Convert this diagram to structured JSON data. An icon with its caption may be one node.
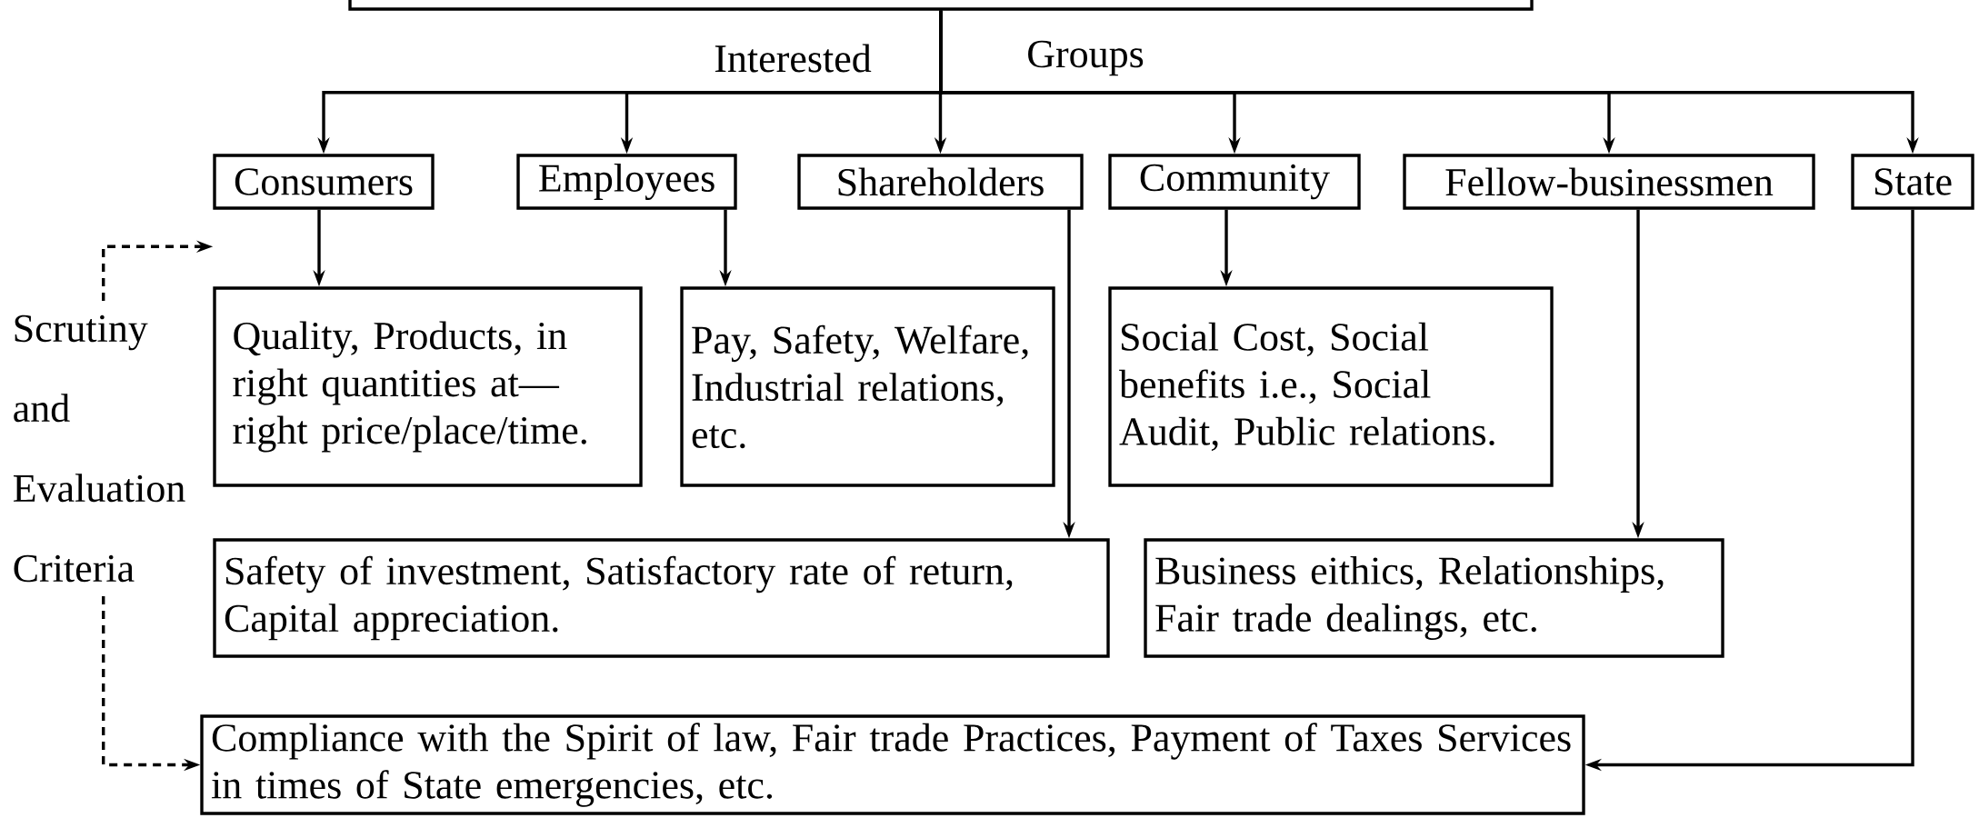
{
  "diagram": {
    "nodes": [
      {
        "text": [],
        "shape": "box"
      },
      {
        "text": [
          "Consumers"
        ]
      },
      {
        "text": [
          "Employees"
        ]
      },
      {
        "text": [
          "Shareholders"
        ]
      },
      {
        "text": [
          "Community"
        ]
      },
      {
        "text": [
          "Fellow-businessmen"
        ]
      },
      {
        "text": [
          "State"
        ]
      },
      {
        "text": [
          "Quality, Products, in right quantities at— right price/place/time."
        ]
      },
      {
        "text": [
          "Pay, Safety, Welfare, Industrial relations, etc."
        ]
      },
      {
        "text": [
          "Social Cost, Social benefits i.e., Social Audit, Public relations."
        ]
      },
      {
        "text": [
          "Safety of investment, Satisfactory rate of return, Capital appreciation."
        ]
      },
      {
        "text": [
          "Business eithics, Relationships, Fair trade dealings, etc."
        ]
      },
      {
        "text": [
          "Compliance with the Spirit of law, Fair trade Practices, Payment of Taxes Services in times of State emergencies, etc."
        ]
      },
      {
        "text": [
          "Scrutiny and Evaluation Criteria"
        ]
      }
    ],
    "edges": [
      {
        "from": 0,
        "to": 1,
        "arrow": "to"
      },
      {
        "from": 0,
        "to": 2,
        "arrow": "to"
      },
      {
        "from": 0,
        "to": 3,
        "arrow": "to"
      },
      {
        "from": 0,
        "to": 4,
        "arrow": "to"
      },
      {
        "from": 0,
        "to": 5,
        "arrow": "to"
      },
      {
        "from": 0,
        "to": 6,
        "arrow": "to"
      },
      {
        "from": 1,
        "to": 7,
        "arrow": "to"
      },
      {
        "from": 2,
        "to": 8,
        "arrow": "to"
      },
      {
        "from": 4,
        "to": 9,
        "arrow": "to"
      },
      {
        "from": 3,
        "to": 10,
        "arrow": "to"
      },
      {
        "from": 5,
        "to": 11,
        "arrow": "to"
      },
      {
        "from": 6,
        "to": 12,
        "arrow": "to"
      },
      {
        "from": 13,
        "to": 7,
        "arrow": "to",
        "style": "dashed"
      },
      {
        "from": 13,
        "to": 12,
        "arrow": "to",
        "style": "dashed"
      }
    ],
    "labels": [
      "Interested",
      "Groups"
    ]
  }
}
